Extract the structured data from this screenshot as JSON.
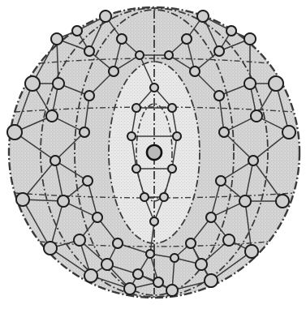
{
  "figure": {
    "colors": {
      "background": "#ffffff",
      "disc_fill": "#d6d6d6",
      "core_fill": "#e7e7e7",
      "line": "#3a3a3a",
      "atom_fill": "#cfcfcf",
      "atom_stroke": "#1e1e1e"
    },
    "structure": {
      "concentric_shells": 4,
      "meridian_arcs_per_side": 3,
      "central_atoms": 1
    }
  }
}
